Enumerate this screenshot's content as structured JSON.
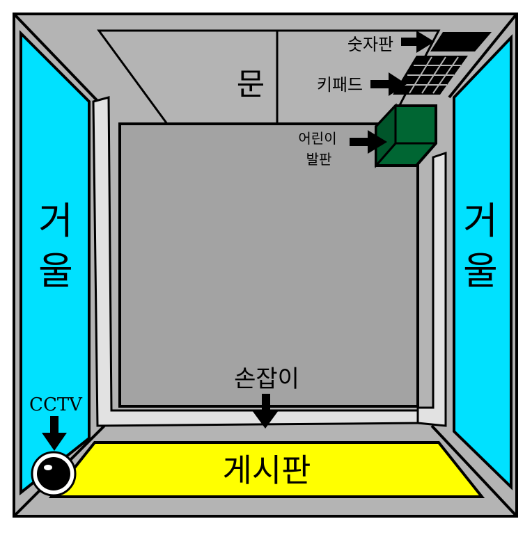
{
  "labels": {
    "door": "문",
    "display": "숫자판",
    "keypad": "키패드",
    "child_step": [
      "어린이",
      "발판"
    ],
    "mirror_left": [
      "거",
      "울"
    ],
    "mirror_right": [
      "거",
      "울"
    ],
    "handrail": "손잡이",
    "cctv": "CCTV",
    "board": "게시판"
  },
  "colors": {
    "mirror": "#00e1ff",
    "board": "#ffff00",
    "child_step_front": "#006633",
    "child_step_side": "#00552a",
    "wall": "#b4b4b4",
    "floor": "#a3a3a3",
    "handrail": "#e2e2e2",
    "outline": "#000000"
  },
  "icons": {
    "cctv": "cctv-camera-icon",
    "arrows": "arrow-icon"
  }
}
